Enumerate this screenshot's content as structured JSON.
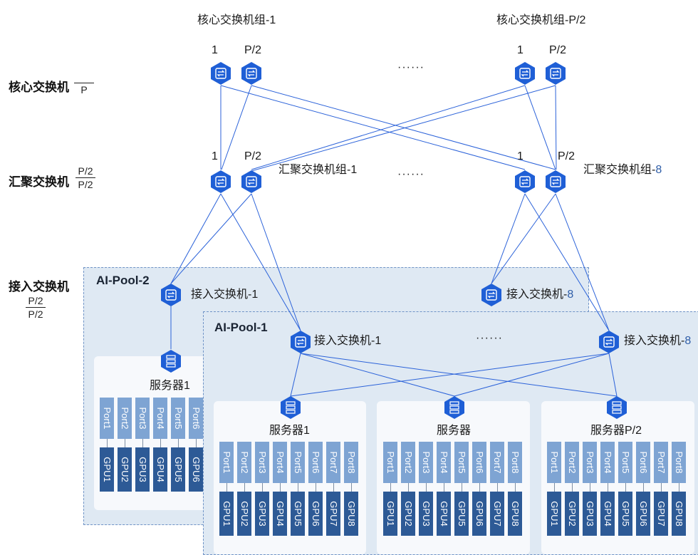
{
  "core_groups": {
    "group1_title": "核心交换机组-1",
    "group2_title": "核心交换机组-P/2"
  },
  "index_labels": {
    "first": "1",
    "last": "P/2"
  },
  "layers": {
    "core": {
      "label": "核心交换机",
      "frac_top": "",
      "frac_bottom": "P"
    },
    "agg": {
      "label": "汇聚交换机",
      "frac_top": "P/2",
      "frac_bottom": "P/2"
    },
    "access": {
      "label": "接入交换机",
      "frac_top": "P/2",
      "frac_bottom": "P/2"
    }
  },
  "agg_groups": {
    "group1_title": "汇聚交换机组-1",
    "group8_prefix": "汇聚交换机组-",
    "group8_num": "8"
  },
  "ellipsis": "······",
  "pool2": {
    "title": "AI-Pool-2",
    "switch1": "接入交换机-1",
    "switch8_prefix": "接入交换机-",
    "switch8_num": "8",
    "server_name": "服务器1",
    "ports": [
      "Port1",
      "Port2",
      "Port3",
      "Port4",
      "Port5",
      "Port6"
    ],
    "gpus": [
      "GPU1",
      "GPU2",
      "GPU3",
      "GPU4",
      "GPU5",
      "GPU6"
    ]
  },
  "pool1": {
    "title": "AI-Pool-1",
    "switch1": "接入交换机-1",
    "switch8_prefix": "接入交换机-",
    "switch8_num": "8",
    "servers": [
      "服务器1",
      "服务器",
      "服务器P/2"
    ],
    "ports": [
      "Port1",
      "Port2",
      "Port3",
      "Port4",
      "Port5",
      "Port6",
      "Port7",
      "Port8"
    ],
    "gpus": [
      "GPU1",
      "GPU2",
      "GPU3",
      "GPU4",
      "GPU5",
      "GPU6",
      "GPU7",
      "GPU8"
    ]
  },
  "colors": {
    "device": "#1f5fd6",
    "link": "#2b62d9",
    "pool_bg": "#dfe9f3",
    "port": "#7ea4d3",
    "gpu": "#2d5a96"
  },
  "icons": {
    "switch": "switch-hexagon-icon",
    "server": "server-hexagon-icon"
  }
}
